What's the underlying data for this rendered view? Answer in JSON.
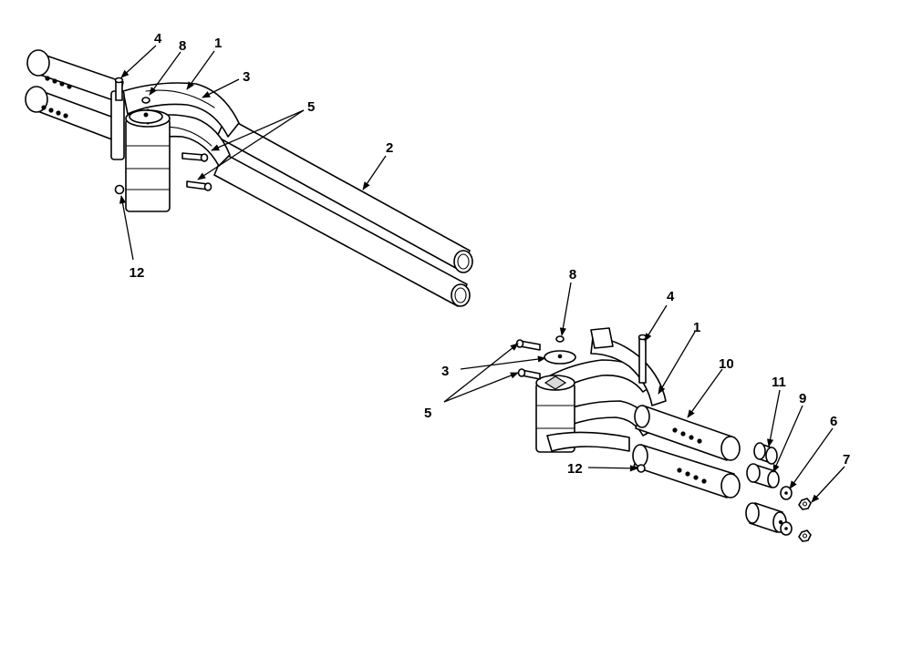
{
  "callouts": [
    {
      "id": "l-4",
      "label": "4"
    },
    {
      "id": "l-8",
      "label": "8"
    },
    {
      "id": "l-1",
      "label": "1"
    },
    {
      "id": "l-3",
      "label": "3"
    },
    {
      "id": "l-5",
      "label": "5"
    },
    {
      "id": "l-2",
      "label": "2"
    },
    {
      "id": "l-12",
      "label": "12"
    },
    {
      "id": "r-8",
      "label": "8"
    },
    {
      "id": "r-4",
      "label": "4"
    },
    {
      "id": "r-1",
      "label": "1"
    },
    {
      "id": "r-3",
      "label": "3"
    },
    {
      "id": "r-10",
      "label": "10"
    },
    {
      "id": "r-5",
      "label": "5"
    },
    {
      "id": "r-11",
      "label": "11"
    },
    {
      "id": "r-9",
      "label": "9"
    },
    {
      "id": "r-6",
      "label": "6"
    },
    {
      "id": "r-7",
      "label": "7"
    },
    {
      "id": "r-12",
      "label": "12"
    }
  ]
}
